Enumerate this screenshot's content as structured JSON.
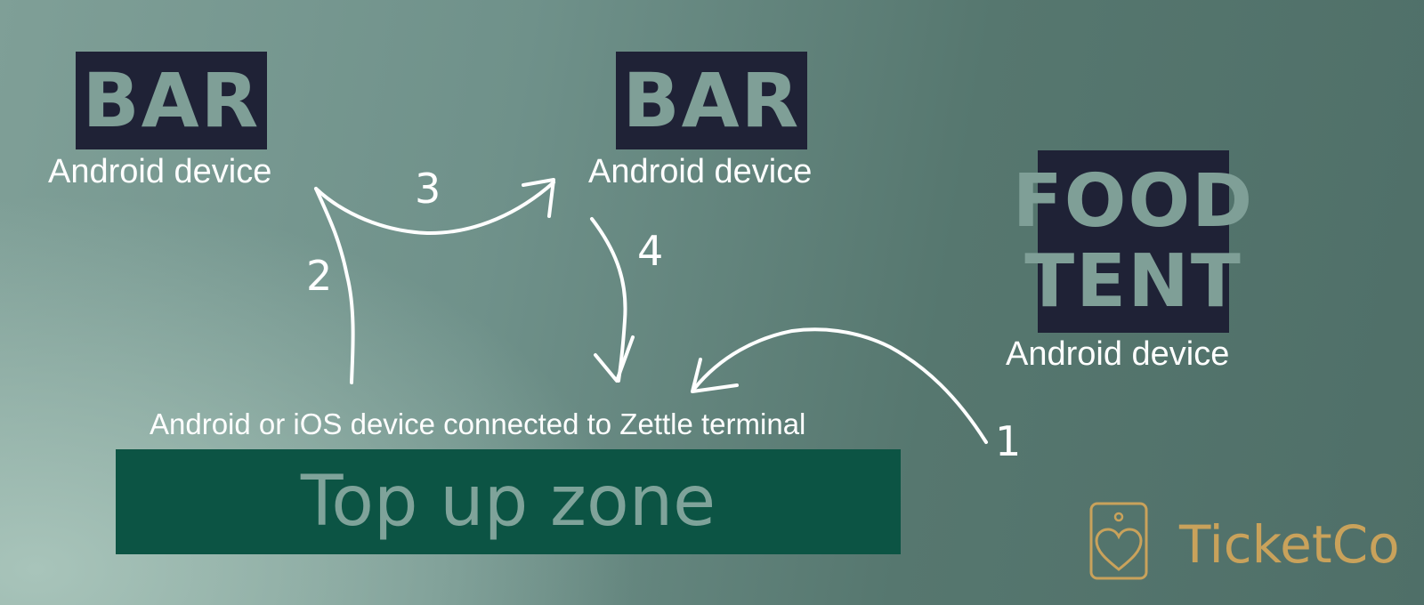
{
  "signs": {
    "bar1": "BAR",
    "bar2": "BAR",
    "food_line1": "FOOD",
    "food_line2": "TENT"
  },
  "labels": {
    "device1": "Android device",
    "device2": "Android device",
    "device3": "Android device",
    "zettle": "Android or iOS device connected to Zettle terminal"
  },
  "topup_zone": "Top up zone",
  "steps": {
    "one": "1",
    "two": "2",
    "three": "3",
    "four": "4"
  },
  "brand": {
    "name": "TicketCo",
    "color": "#c9a25b"
  },
  "colors": {
    "sign_bg": "#1f2236",
    "topup_bg": "#0c5444"
  }
}
